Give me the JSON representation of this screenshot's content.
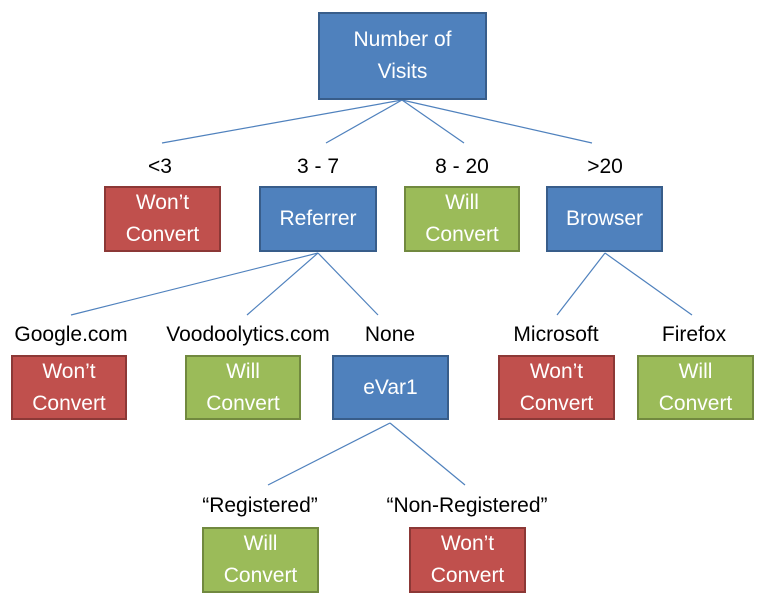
{
  "nodes": {
    "root": "Number of\nVisits",
    "lt3_result": "Won’t\nConvert",
    "referrer": "Referrer",
    "r8_20_result": "Will\nConvert",
    "browser": "Browser",
    "google_result": "Won’t\nConvert",
    "voodoo_result": "Will\nConvert",
    "evar1": "eVar1",
    "microsoft_result": "Won’t\nConvert",
    "firefox_result": "Will\nConvert",
    "registered_result": "Will\nConvert",
    "nonregistered_result": "Won’t\nConvert"
  },
  "edges": {
    "lt3": "<3",
    "r3_7": "3 - 7",
    "r8_20": "8 - 20",
    "gt20": ">20",
    "google": "Google.com",
    "voodoo": "Voodoolytics.com",
    "none": "None",
    "microsoft": "Microsoft",
    "firefox": "Firefox",
    "registered": "“Registered”",
    "nonregistered": "“Non-Registered”"
  },
  "colors": {
    "split_node": "#4f81bd",
    "wont_convert": "#c0504d",
    "will_convert": "#9bbb59",
    "connector": "#4f81bd"
  }
}
